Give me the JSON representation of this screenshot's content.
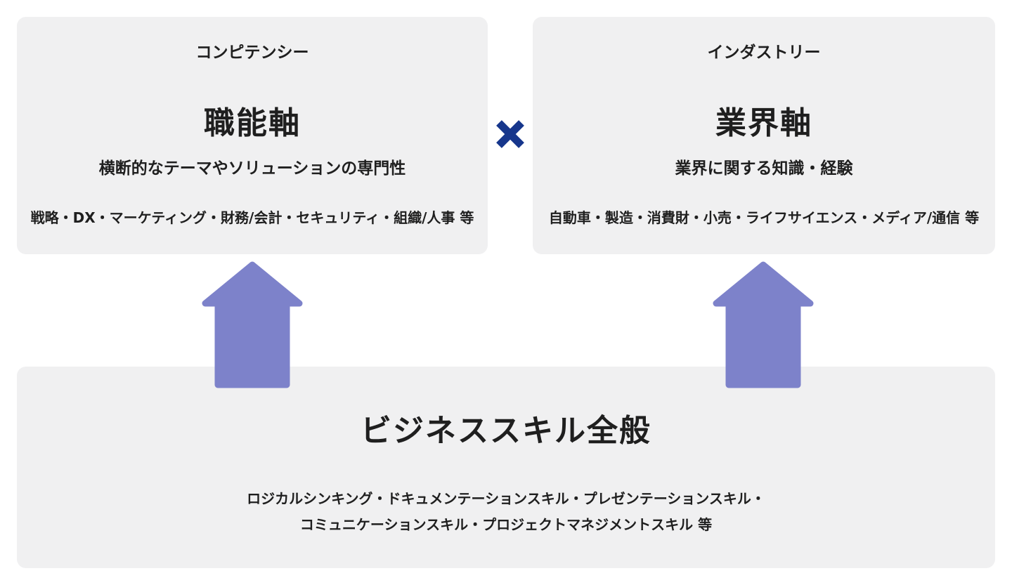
{
  "colors": {
    "page_bg": "#ffffff",
    "card_bg": "#f0f0f1",
    "arrow": "#7d82ca",
    "cross": "#16368c",
    "text": "#1f1f1f"
  },
  "cards": {
    "competency": {
      "label": "コンピテンシー",
      "title": "職能軸",
      "subtitle": "横断的なテーマやソリューションの専門性",
      "examples": "戦略・DX・マーケティング・財務/会計・セキュリティ・組織/人事 等"
    },
    "industry": {
      "label": "インダストリー",
      "title": "業界軸",
      "subtitle": "業界に関する知識・経験",
      "examples": "自動車・製造・消費財・小売・ライフサイエンス・メディア/通信 等"
    },
    "business_skills": {
      "title": "ビジネススキル全般",
      "examples_line1": "ロジカルシンキング・ドキュメンテーションスキル・プレゼンテーションスキル・",
      "examples_line2": "コミュニケーションスキル・プロジェクトマネジメントスキル 等"
    }
  },
  "icons": {
    "multiply_icon": "✕",
    "arrow_up_icon": "⬆"
  }
}
